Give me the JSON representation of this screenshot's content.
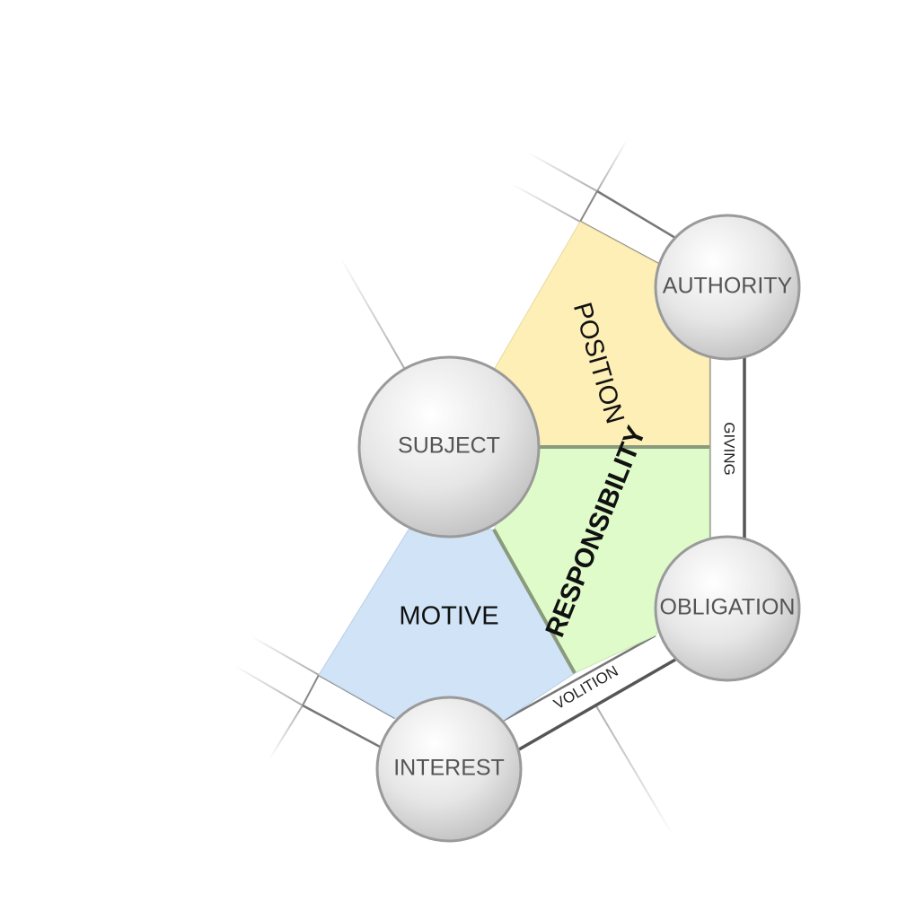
{
  "diagram": {
    "nodes": {
      "subject": "SUBJECT",
      "authority": "AUTHORITY",
      "obligation": "OBLIGATION",
      "interest": "INTEREST"
    },
    "regions": {
      "position": "POSITION",
      "responsibility": "RESPONSIBILITY",
      "motive": "MOTIVE"
    },
    "bands": {
      "giving": "GIVING",
      "volition": "VOLITION"
    },
    "colors": {
      "position_fill": "#fdefb6",
      "responsibility_fill": "#dffbc9",
      "motive_fill": "#d1e3f6",
      "divider": "#8a9a7c",
      "band_border": "#666666",
      "node_fill_light": "#ffffff",
      "node_fill_dark": "#c4c4c4",
      "node_stroke": "#9a9a9a"
    }
  }
}
